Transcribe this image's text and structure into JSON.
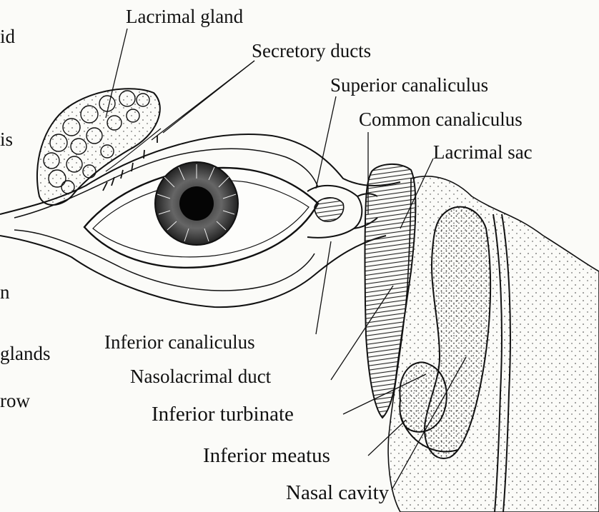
{
  "labels": {
    "lacrimal_gland": "Lacrimal gland",
    "secretory_ducts": "Secretory ducts",
    "superior_canaliculus": "Superior canaliculus",
    "common_canaliculus": "Common canaliculus",
    "lacrimal_sac": "Lacrimal sac",
    "inferior_canaliculus": "Inferior canaliculus",
    "nasolacrimal_duct": "Nasolacrimal duct",
    "inferior_turbinate": "Inferior turbinate",
    "inferior_meatus": "Inferior meatus",
    "nasal_cavity": "Nasal cavity"
  },
  "left_fragments": {
    "f1": "id",
    "f2": "is",
    "f3": "n",
    "f4": " glands",
    "f5": "row"
  },
  "colors": {
    "ink": "#111111",
    "paper": "#fbfbf8"
  }
}
